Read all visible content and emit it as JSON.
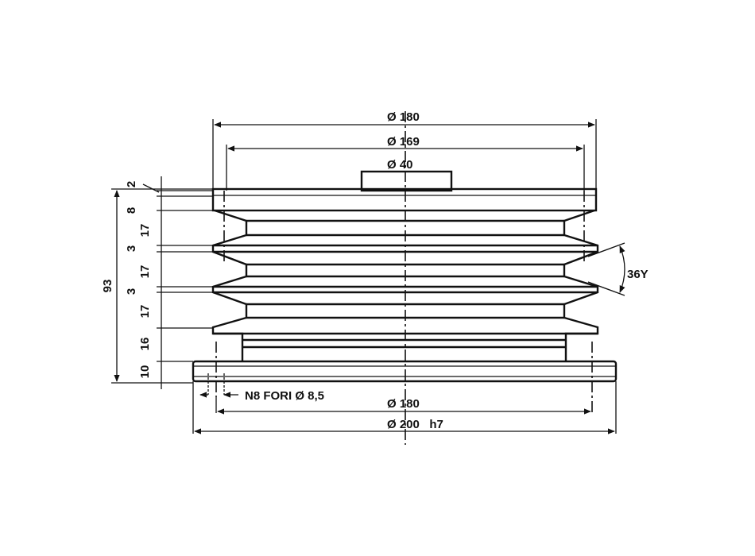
{
  "drawing": {
    "top_dimensions": {
      "outer_diameter": "Ø 180",
      "groove_diameter": "Ø 169",
      "hub_diameter": "Ø 40"
    },
    "bottom_dimensions": {
      "bolt_circle": "Ø 180",
      "base_diameter": "Ø 200   h7",
      "holes": "N8 FORI Ø 8,5"
    },
    "height_dimensions": [
      "2",
      "8",
      "17",
      "3",
      "17",
      "3",
      "17",
      "16",
      "10"
    ],
    "total_height": "93",
    "groove_angle": "36Y"
  }
}
